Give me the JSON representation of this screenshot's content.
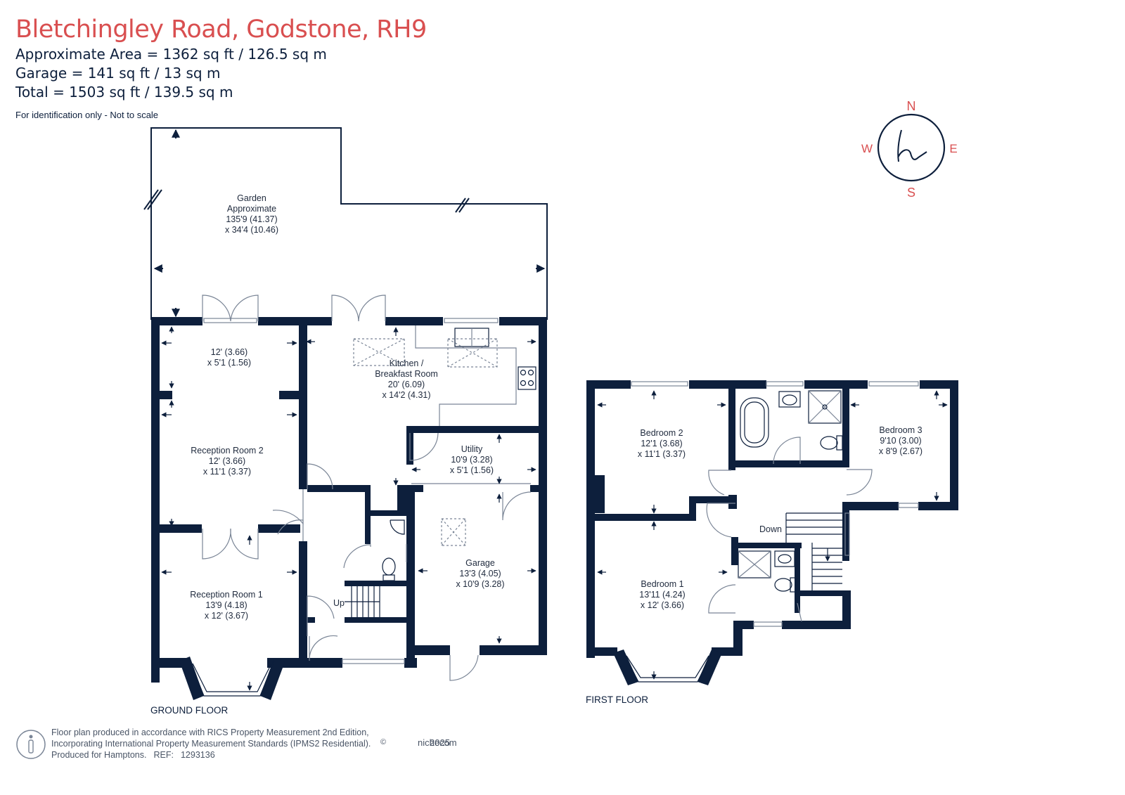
{
  "header": {
    "title": "Bletchingley Road, Godstone, RH9",
    "approx_area": "Approximate Area = 1362 sq ft / 126.5 sq m",
    "garage_area": "Garage = 141 sq ft / 13 sq m",
    "total_area": "Total = 1503 sq ft / 139.5 sq m",
    "disclaimer": "For identification only - Not to scale"
  },
  "compass": {
    "n": "N",
    "e": "E",
    "s": "S",
    "w": "W",
    "logo": "h-monogram-icon"
  },
  "colors": {
    "wall": "#0d1f3c",
    "accent": "#d94f50",
    "thin_line": "#7a8596"
  },
  "ground_floor": {
    "label": "GROUND FLOOR",
    "garden": [
      "Garden",
      "Approximate",
      "135'9 (41.37)",
      "x 34'4 (10.46)"
    ],
    "sunroom": [
      "12' (3.66)",
      "x 5'1 (1.56)"
    ],
    "kitchen": [
      "Kitchen /",
      "Breakfast Room",
      "20' (6.09)",
      "x 14'2 (4.31)"
    ],
    "reception2": [
      "Reception Room 2",
      "12' (3.66)",
      "x 11'1 (3.37)"
    ],
    "utility": [
      "Utility",
      "10'9 (3.28)",
      "x 5'1 (1.56)"
    ],
    "garage": [
      "Garage",
      "13'3 (4.05)",
      "x 10'9 (3.28)"
    ],
    "reception1": [
      "Reception Room 1",
      "13'9 (4.18)",
      "x 12' (3.67)"
    ],
    "up": "Up"
  },
  "first_floor": {
    "label": "FIRST FLOOR",
    "bedroom2": [
      "Bedroom 2",
      "12'1 (3.68)",
      "x 11'1 (3.37)"
    ],
    "bedroom3": [
      "Bedroom 3",
      "9'10 (3.00)",
      "x 8'9 (2.67)"
    ],
    "bedroom1": [
      "Bedroom 1",
      "13'11 (4.24)",
      "x 12' (3.66)"
    ],
    "down": "Down"
  },
  "footer": {
    "line1": "Floor plan produced in accordance with RICS Property Measurement 2nd Edition,",
    "line2": "Incorporating International Property Measurement Standards (IPMS2 Residential).",
    "line3": "Produced for Hamptons.",
    "ref_label": "REF:",
    "ref_value": "1293136",
    "copyright": "©",
    "brand": "nichecom",
    "year": "2025"
  }
}
